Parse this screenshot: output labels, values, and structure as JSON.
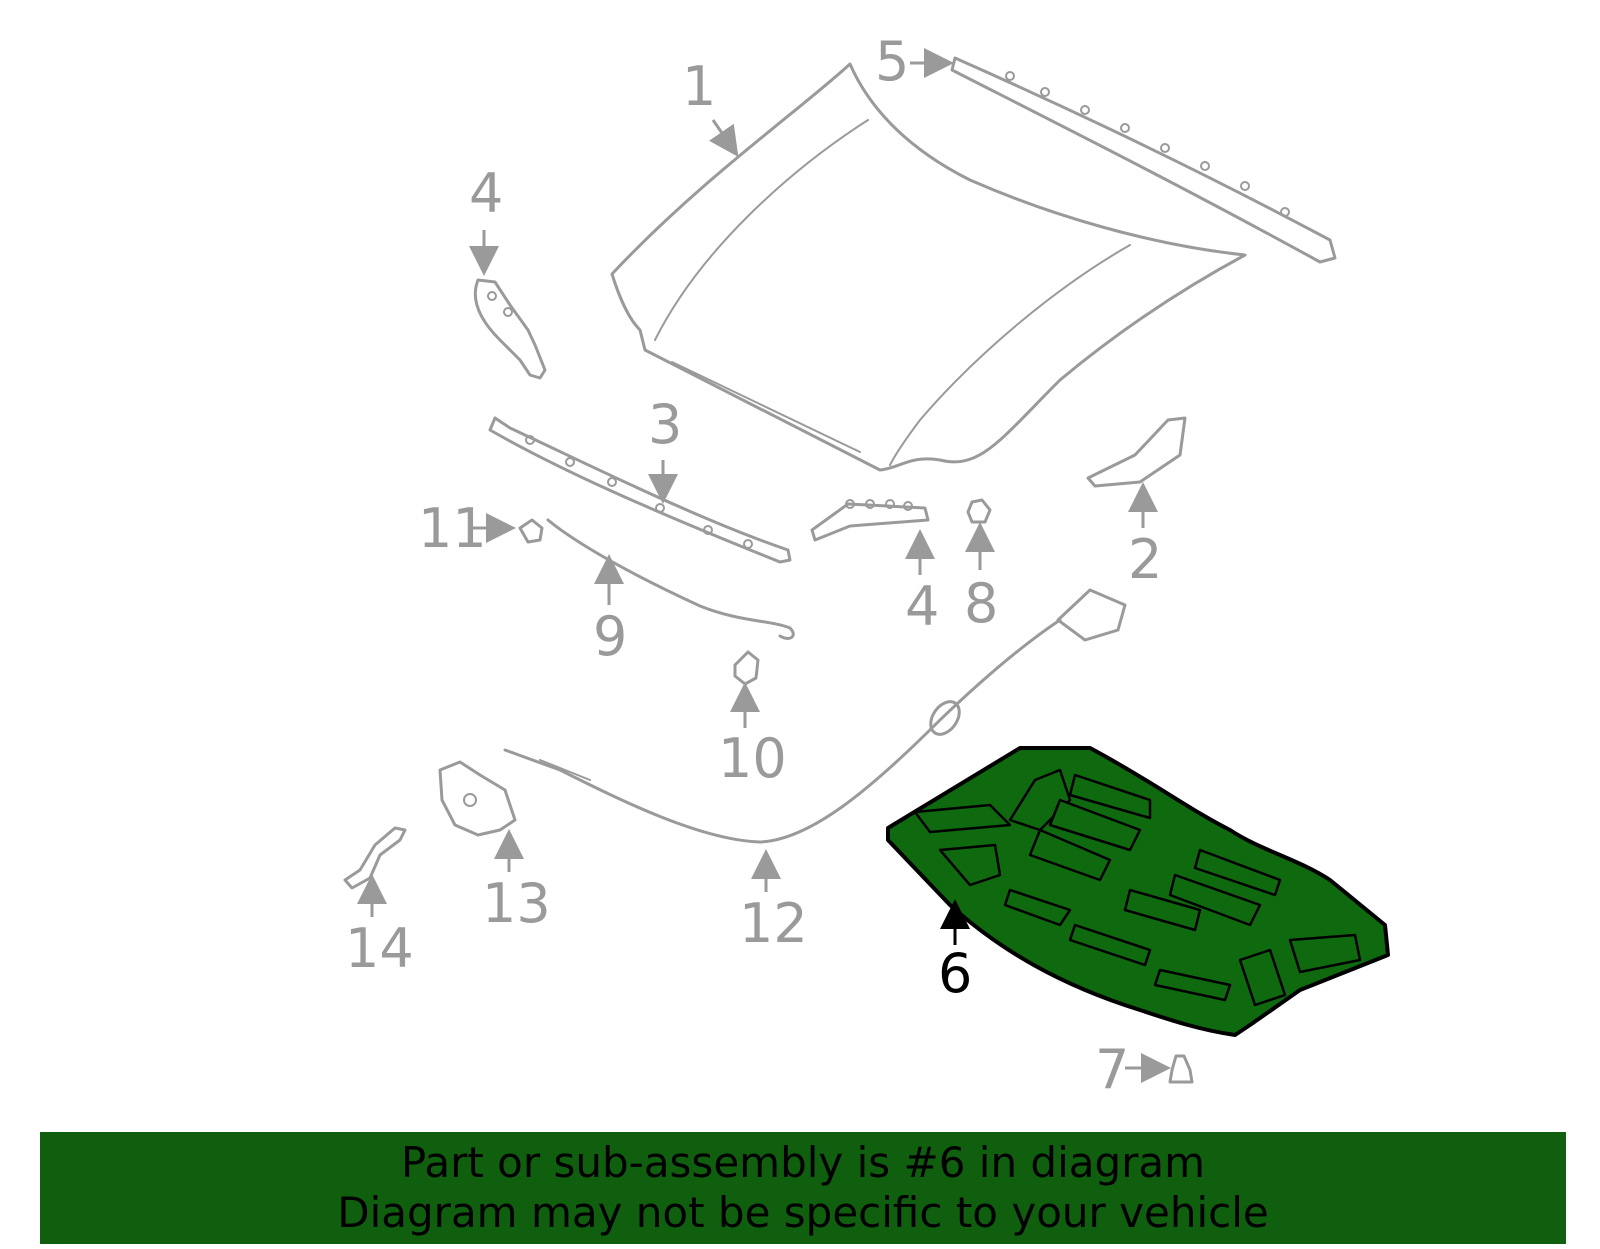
{
  "colors": {
    "highlight_fill": "#0f6a0f",
    "highlight_stroke": "#000000",
    "part_stroke": "#9a9a9a",
    "banner_bg": "#0f5f0f"
  },
  "callouts": {
    "c1": "1",
    "c2": "2",
    "c3": "3",
    "c4a": "4",
    "c4b": "4",
    "c5": "5",
    "c6": "6",
    "c7": "7",
    "c8": "8",
    "c9": "9",
    "c10": "10",
    "c11": "11",
    "c12": "12",
    "c13": "13",
    "c14": "14"
  },
  "highlighted_part": "6",
  "banner": {
    "line1": "Part or sub-assembly is #6 in diagram",
    "line2": "Diagram may not be specific to your vehicle"
  }
}
